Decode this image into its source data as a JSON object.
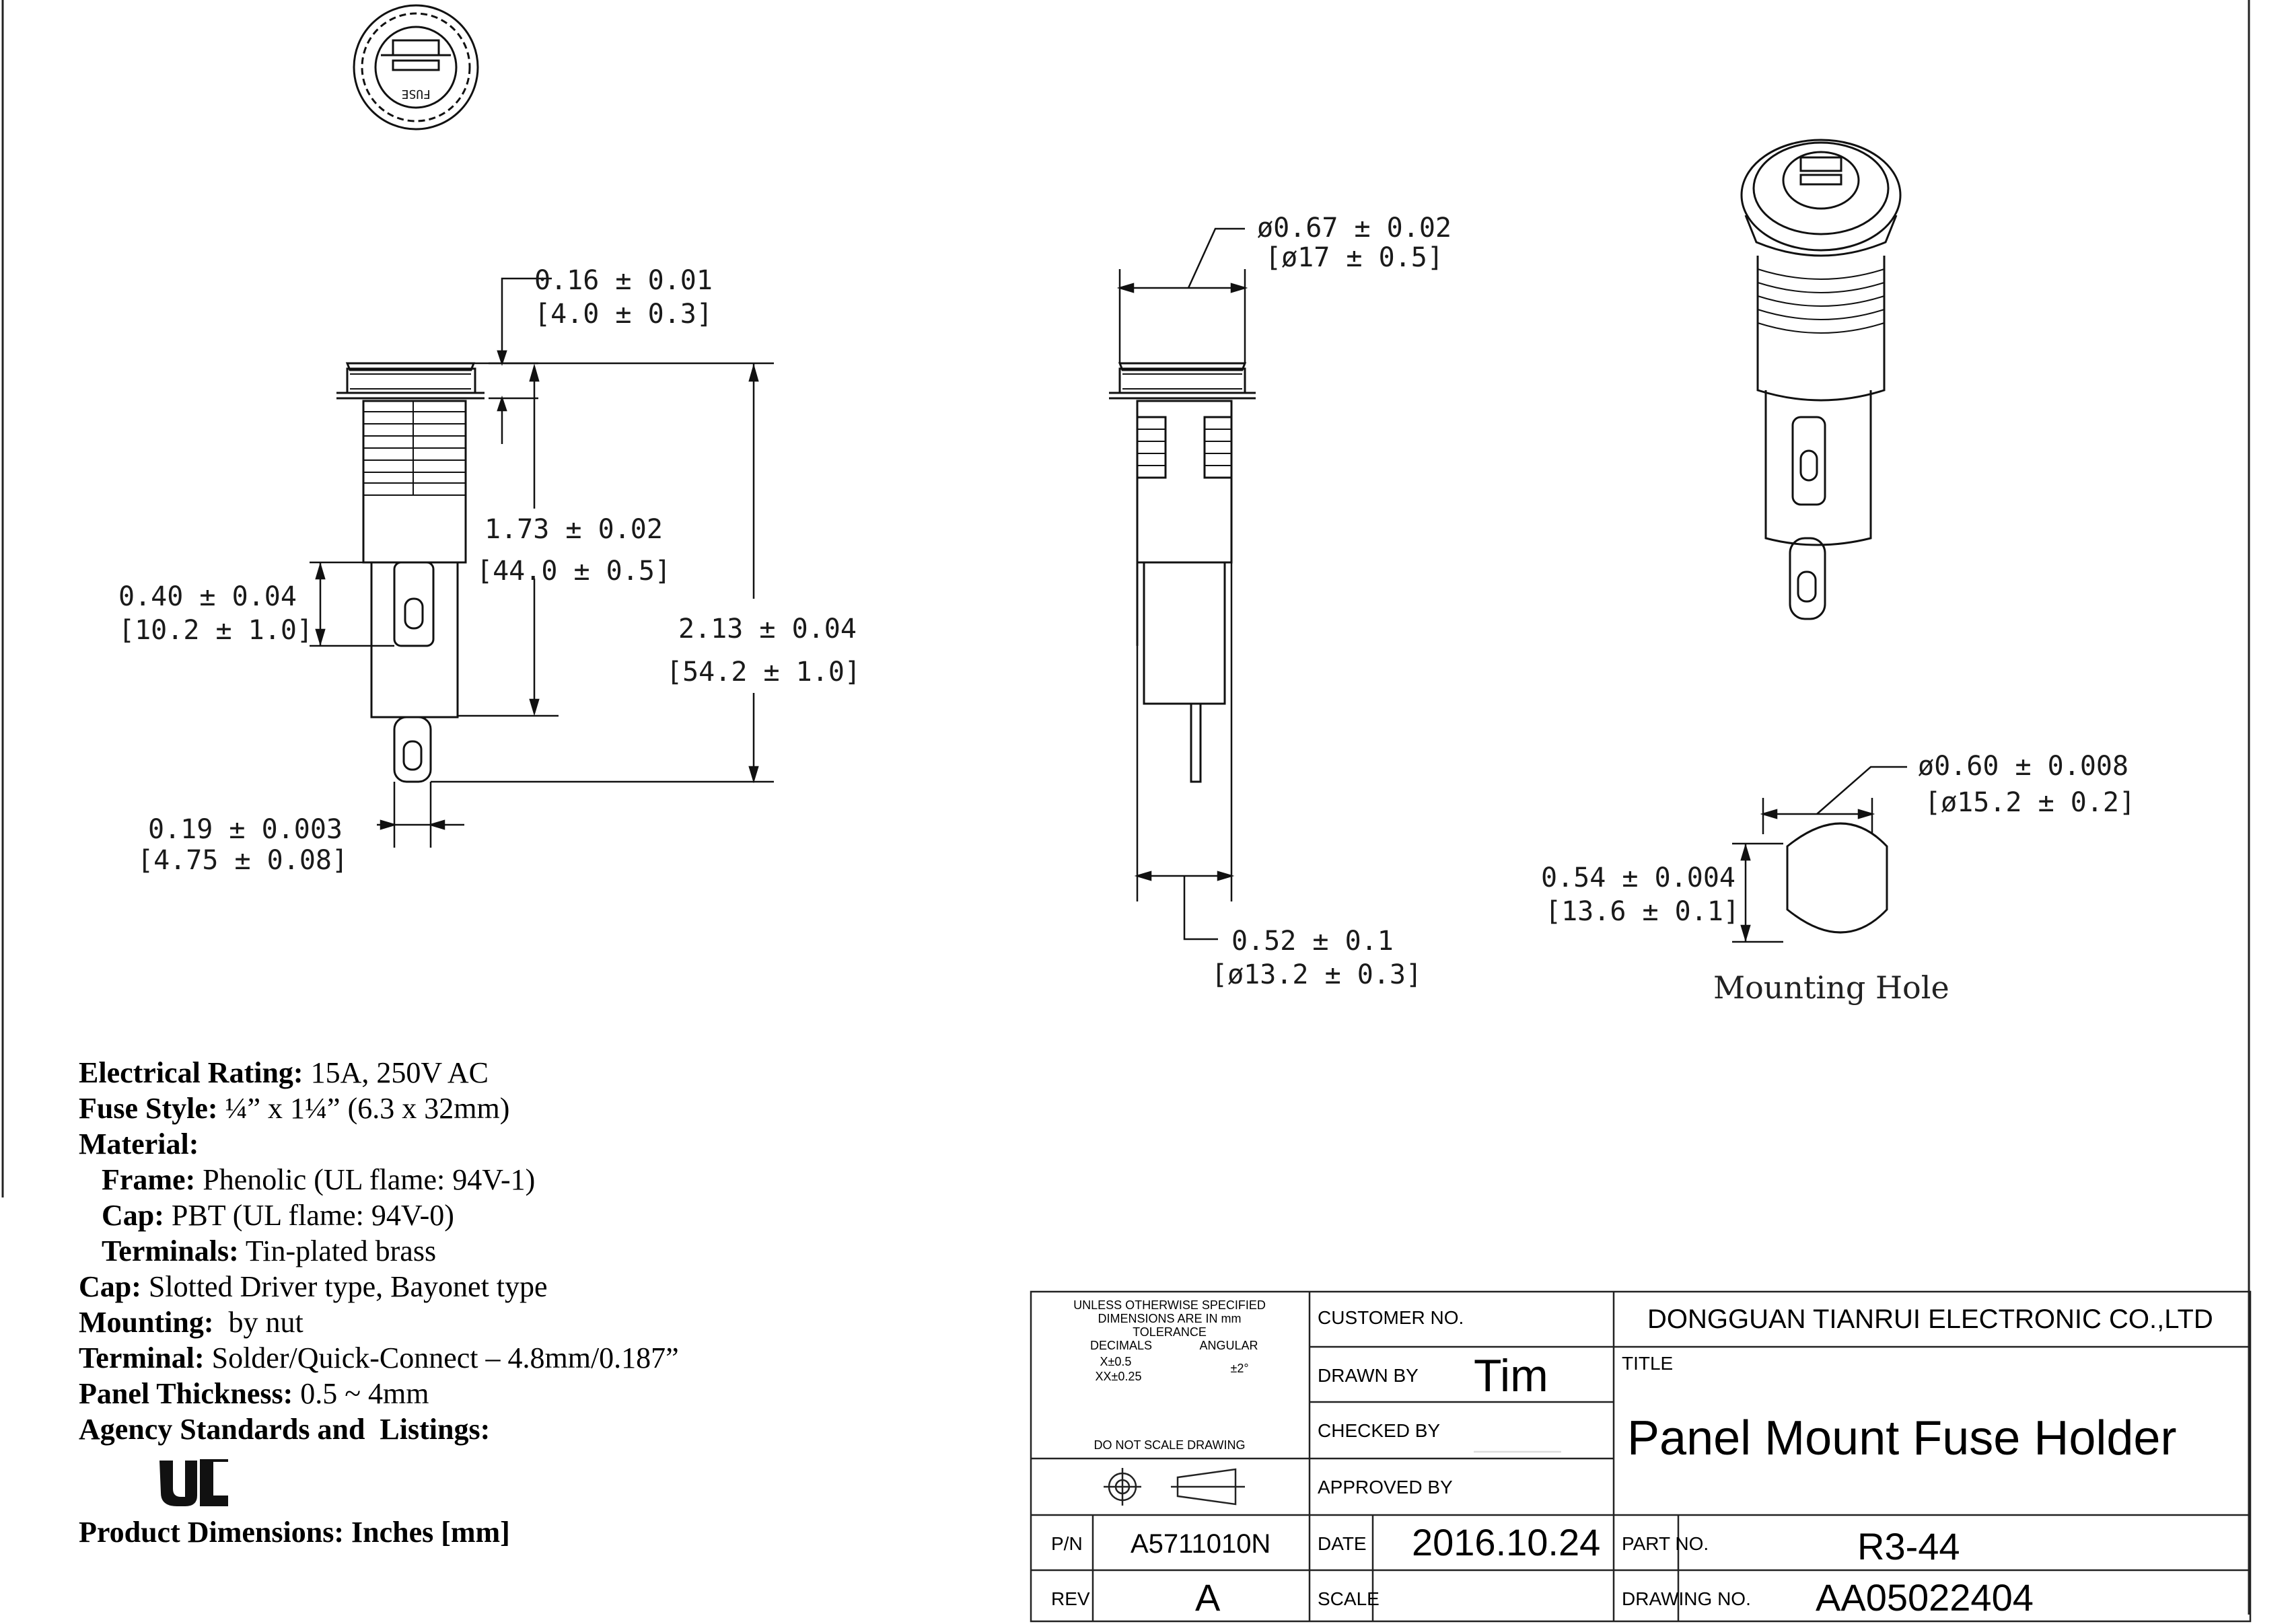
{
  "dims": {
    "d1a": "0.16 ± 0.01",
    "d1b": "[4.0 ± 0.3]",
    "d2a": "1.73 ± 0.02",
    "d2b": "[44.0 ± 0.5]",
    "d3a": "0.40 ± 0.04",
    "d3b": "[10.2 ± 1.0]",
    "d4a": "2.13 ± 0.04",
    "d4b": "[54.2 ± 1.0]",
    "d5a": "0.19 ± 0.003",
    "d5b": "[4.75 ± 0.08]",
    "d6a": "ø0.67 ± 0.02",
    "d6b": "[ø17 ± 0.5]",
    "d7a": "0.52 ± 0.1",
    "d7b": "[ø13.2 ± 0.3]",
    "d8a": "ø0.60 ± 0.008",
    "d8b": "[ø15.2 ± 0.2]",
    "d9a": "0.54 ± 0.004",
    "d9b": "[13.6 ± 0.1]",
    "mounting_hole": "Mounting Hole",
    "cap_text": "FUSE"
  },
  "specs": [
    {
      "label": "Electrical Rating:",
      "value": " 15A, 250V AC",
      "indent": false
    },
    {
      "label": "Fuse Style:",
      "value": " ¼” x 1¼” (6.3 x 32mm)",
      "indent": false
    },
    {
      "label": "Material:",
      "value": "",
      "indent": false
    },
    {
      "label": "Frame:",
      "value": " Phenolic (UL flame: 94V-1)",
      "indent": true
    },
    {
      "label": "Cap:",
      "value": " PBT (UL flame: 94V-0)",
      "indent": true
    },
    {
      "label": "Terminals:",
      "value": " Tin-plated brass",
      "indent": true
    },
    {
      "label": "Cap:",
      "value": " Slotted Driver type, Bayonet type",
      "indent": false
    },
    {
      "label": "Mounting:",
      "value": "  by nut",
      "indent": false
    },
    {
      "label": "Terminal:",
      "value": " Solder/Quick-Connect – 4.8mm/0.187”",
      "indent": false
    },
    {
      "label": "Panel Thickness:",
      "value": " 0.5 ~ 4mm",
      "indent": false
    },
    {
      "label": "Agency Standards and  Listings:",
      "value": "",
      "indent": false
    }
  ],
  "ul_logo_text": "UL",
  "product_dimensions": "Product Dimensions: Inches [mm]",
  "title_block": {
    "tolerance_l1": "UNLESS OTHERWISE SPECIFIED",
    "tolerance_l2": "DIMENSIONS ARE IN mm",
    "tolerance_l3": "TOLERANCE",
    "decimals": "DECIMALS",
    "angular": "ANGULAR",
    "x_tol": "X±0.5",
    "xx_tol": "XX±0.25",
    "ang_tol": "±2°",
    "no_scale": "DO NOT SCALE DRAWING",
    "customer_no": "CUSTOMER NO.",
    "drawn_by": "DRAWN BY",
    "drawn_by_value": "Tim",
    "checked_by": "CHECKED BY",
    "approved_by": "APPROVED BY",
    "pn_label": "P/N",
    "pn_value": "A5711010N",
    "date_label": "DATE",
    "date_value": "2016.10.24",
    "rev_label": "REV",
    "rev_value": "A",
    "scale_label": "SCALE",
    "company": "DONGGUAN TIANRUI ELECTRONIC CO.,LTD",
    "title_label": "TITLE",
    "title_value": "Panel Mount Fuse Holder",
    "part_no_label": "PART NO.",
    "part_no_value": "R3-44",
    "drawing_no_label": "DRAWING NO.",
    "drawing_no_value": "AA05022404"
  }
}
